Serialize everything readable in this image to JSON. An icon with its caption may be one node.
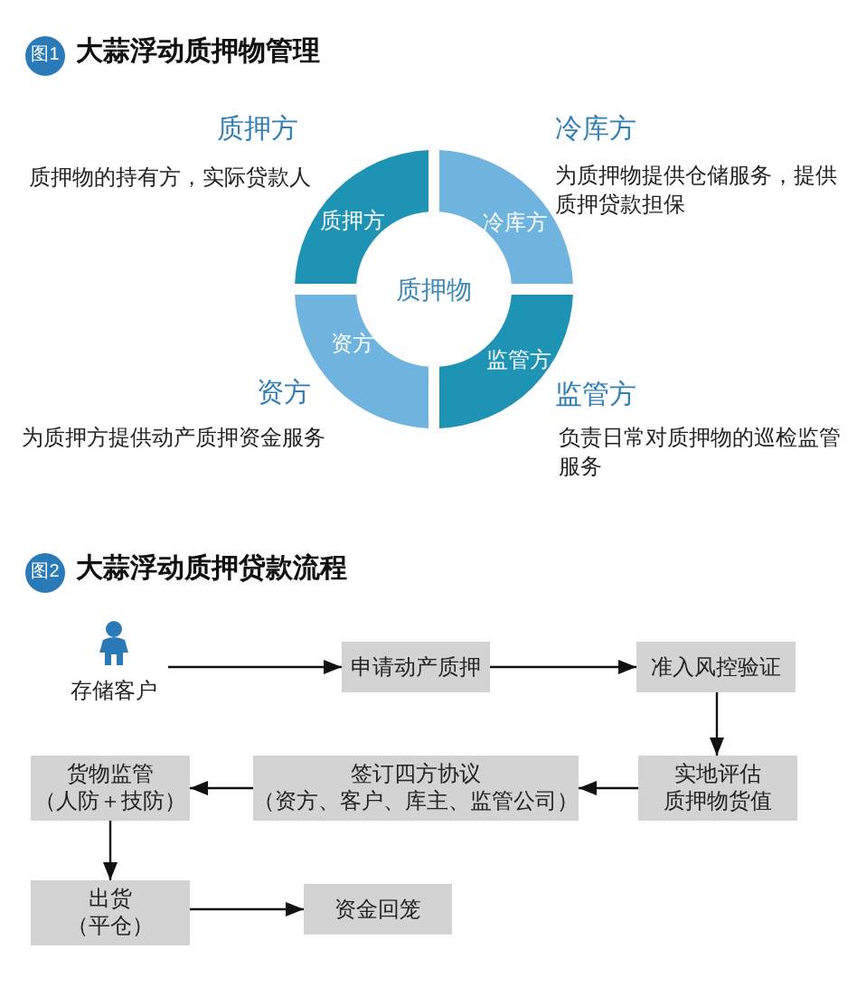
{
  "diagram": {
    "nodes": [
      {
        "text": [
          "图1"
        ],
        "beside": [
          "大蒜浮动质押物管理"
        ]
      },
      {
        "text": [
          "质押方"
        ],
        "beside": [
          "质押方",
          "质押物的持有方，实际贷款人"
        ]
      },
      {
        "text": [
          "冷库方"
        ],
        "beside": [
          "冷库方",
          "为质押物提供仓储服务，提供质押贷款担保"
        ]
      },
      {
        "text": [
          "资方"
        ],
        "beside": [
          "资方",
          "为质押方提供动产质押资金服务"
        ]
      },
      {
        "text": [
          "监管方"
        ],
        "beside": [
          "监管方",
          "负责日常对质押物的巡检监管服务"
        ]
      },
      {
        "text": [
          "图2"
        ],
        "beside": [
          "大蒜浮动质押贷款流程"
        ]
      },
      {
        "text": [
          "存储客户"
        ]
      },
      {
        "text": [
          "申请动产质押"
        ]
      },
      {
        "text": [
          "准入风控验证"
        ]
      },
      {
        "text": [
          "货物监管",
          "（人防＋技防）"
        ]
      },
      {
        "text": [
          "签订四方协议",
          "（资方、客户、库主、监管公司）"
        ]
      },
      {
        "text": [
          "实地评估",
          "质押物货值"
        ]
      },
      {
        "text": [
          "出货",
          "（平仓）"
        ]
      },
      {
        "text": [
          "资金回笼"
        ]
      }
    ],
    "edges": [
      {
        "from": 6,
        "to": 7,
        "arrow": "to"
      },
      {
        "from": 7,
        "to": 8,
        "arrow": "to"
      },
      {
        "from": 8,
        "to": 11,
        "arrow": "to"
      },
      {
        "from": 11,
        "to": 10,
        "arrow": "to"
      },
      {
        "from": 10,
        "to": 9,
        "arrow": "to"
      },
      {
        "from": 9,
        "to": 12,
        "arrow": "to"
      },
      {
        "from": 12,
        "to": 13,
        "arrow": "to"
      }
    ],
    "labels": [
      "质押物"
    ]
  }
}
